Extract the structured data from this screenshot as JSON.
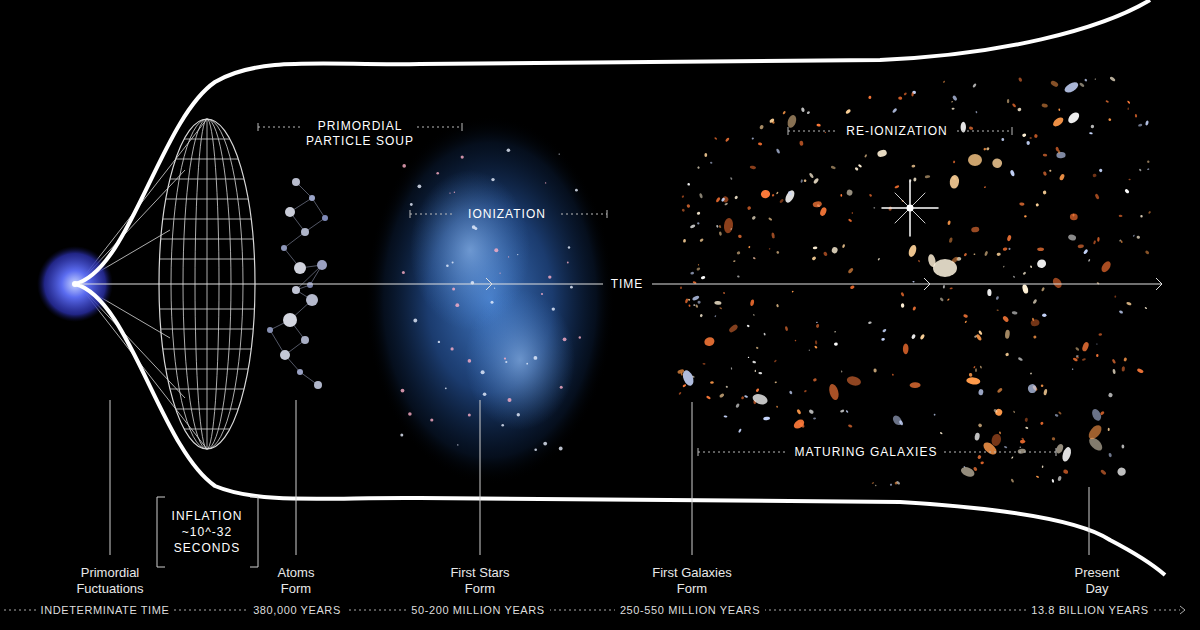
{
  "diagram": {
    "labels": [
      "PRIMORDIAL PARTICLE SOUP",
      "IONIZATION",
      "TIME",
      "RE-IONIZATION",
      "MATURING GALAXIES",
      "Primordial Fuctuations",
      "INFLATION ~10^-32 SECONDS",
      "Atoms Form",
      "First Stars Form",
      "First Galaxies Form",
      "Present Day",
      "INDETERMINATE TIME",
      "380,000 YEARS",
      "50-200 MILLION YEARS",
      "250-550 MILLION YEARS",
      "13.8 BILLION YEARS"
    ]
  }
}
